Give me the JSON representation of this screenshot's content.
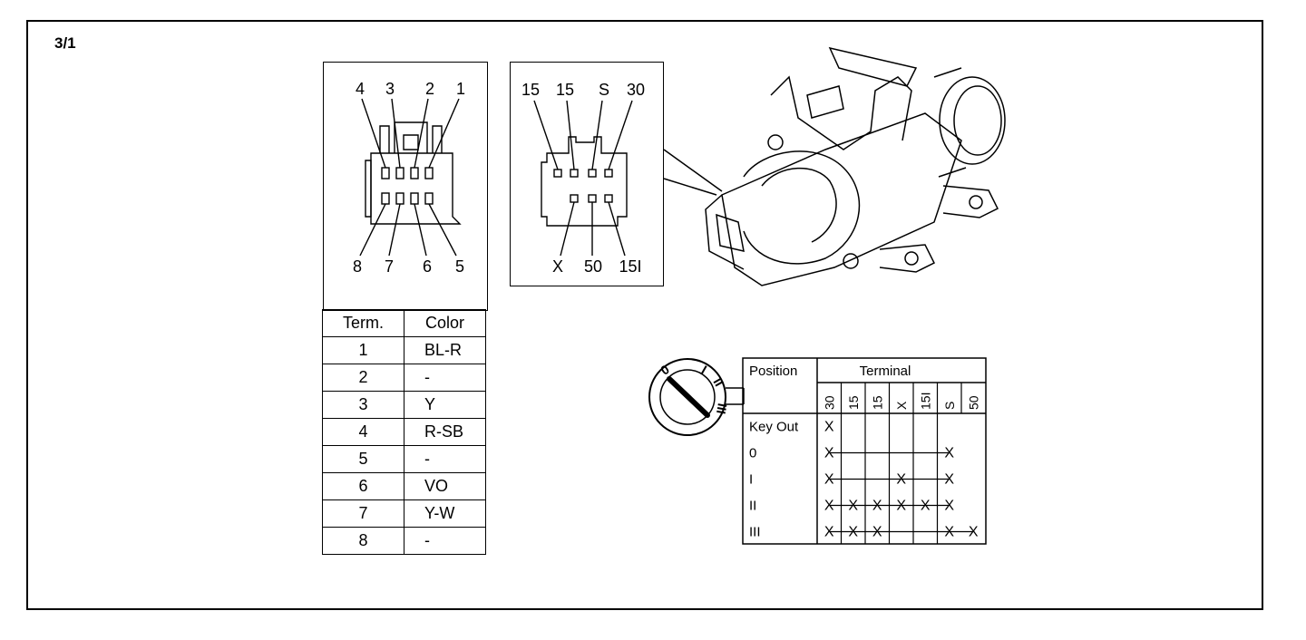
{
  "page_label": "3/1",
  "connector_view": {
    "top_pins": [
      "4",
      "3",
      "2",
      "1"
    ],
    "bottom_pins": [
      "8",
      "7",
      "6",
      "5"
    ]
  },
  "switch_view": {
    "top_labels": [
      "15",
      "15",
      "S",
      "30"
    ],
    "bottom_labels": [
      "X",
      "50",
      "15I"
    ]
  },
  "color_table": {
    "headers": [
      "Term.",
      "Color"
    ],
    "rows": [
      {
        "term": "1",
        "color": "BL-R"
      },
      {
        "term": "2",
        "color": "-"
      },
      {
        "term": "3",
        "color": "Y"
      },
      {
        "term": "4",
        "color": "R-SB"
      },
      {
        "term": "5",
        "color": "-"
      },
      {
        "term": "6",
        "color": "VO"
      },
      {
        "term": "7",
        "color": "Y-W"
      },
      {
        "term": "8",
        "color": "-"
      }
    ]
  },
  "key_dial": {
    "positions": [
      "0",
      "I",
      "II",
      "III"
    ]
  },
  "position_table": {
    "position_header": "Position",
    "terminal_header": "Terminal",
    "terminals": [
      "30",
      "15",
      "15",
      "X",
      "15I",
      "S",
      "50"
    ],
    "rows": [
      {
        "position": "Key Out",
        "marks": [
          1,
          0,
          0,
          0,
          0,
          0,
          0
        ]
      },
      {
        "position": "0",
        "marks": [
          1,
          0,
          0,
          0,
          0,
          1,
          0
        ]
      },
      {
        "position": "I",
        "marks": [
          1,
          0,
          0,
          1,
          0,
          1,
          0
        ]
      },
      {
        "position": "II",
        "marks": [
          1,
          1,
          1,
          1,
          1,
          1,
          0
        ]
      },
      {
        "position": "III",
        "marks": [
          1,
          1,
          1,
          0,
          0,
          1,
          1
        ]
      }
    ],
    "mark_symbol": "X"
  }
}
